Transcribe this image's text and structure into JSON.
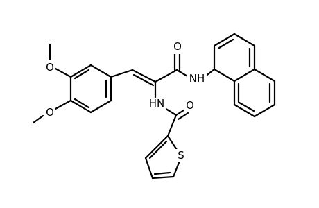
{
  "labels": {
    "o_methoxy_top": "O",
    "o_methoxy_bottom": "O",
    "o_amide_top": "O",
    "nh_amide": "NH",
    "hn_amide": "HN",
    "o_carbonyl": "O",
    "s_thiophene": "S"
  }
}
